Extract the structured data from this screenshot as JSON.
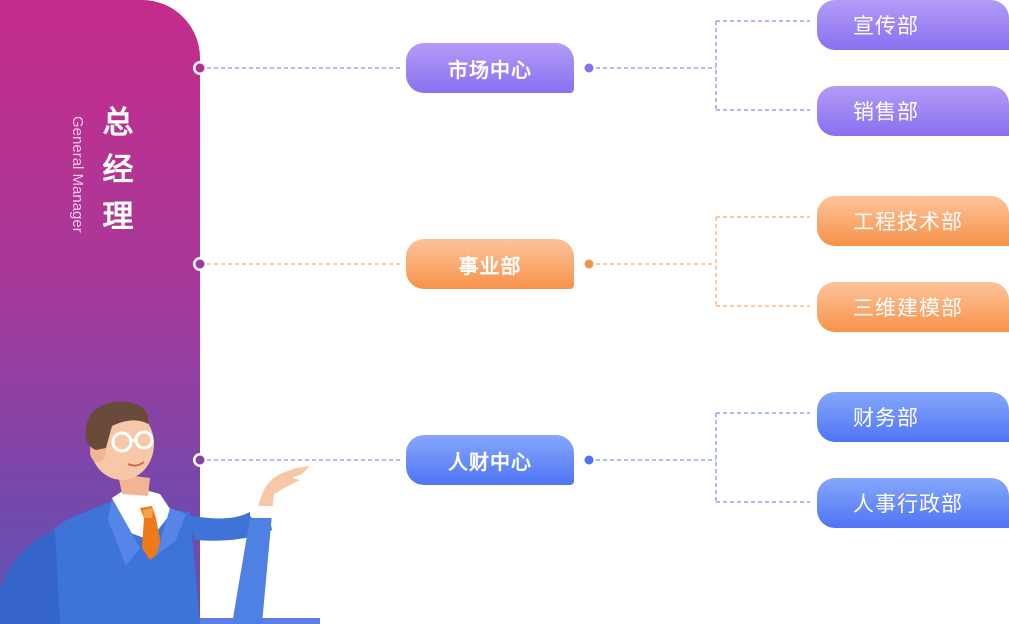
{
  "general_manager": {
    "title_chars": [
      "总",
      "经",
      "理"
    ],
    "subtitle": "General Manager"
  },
  "centers": [
    {
      "label": "市场中心",
      "color": "#8a6ff0",
      "departments": [
        "宣传部",
        "销售部"
      ]
    },
    {
      "label": "事业部",
      "color": "#f7924a",
      "departments": [
        "工程技术部",
        "三维建模部"
      ]
    },
    {
      "label": "人财中心",
      "color": "#4f74f4",
      "departments": [
        "财务部",
        "人事行政部"
      ]
    }
  ]
}
